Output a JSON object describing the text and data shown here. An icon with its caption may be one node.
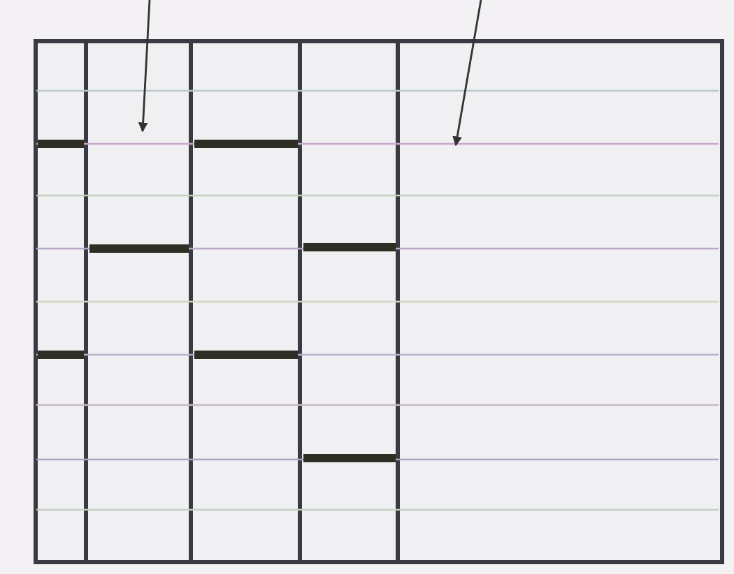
{
  "diagram": {
    "nodes": [
      {
        "text": [],
        "shape": "box"
      },
      {
        "text": [],
        "shape": "box"
      },
      {
        "text": [],
        "shape": "box"
      },
      {
        "text": [],
        "shape": "box"
      },
      {
        "text": [],
        "shape": "box"
      }
    ],
    "edges": [
      {
        "from": null,
        "to": 1,
        "arrow": "to"
      },
      {
        "from": null,
        "to": 4,
        "arrow": "to"
      }
    ]
  }
}
